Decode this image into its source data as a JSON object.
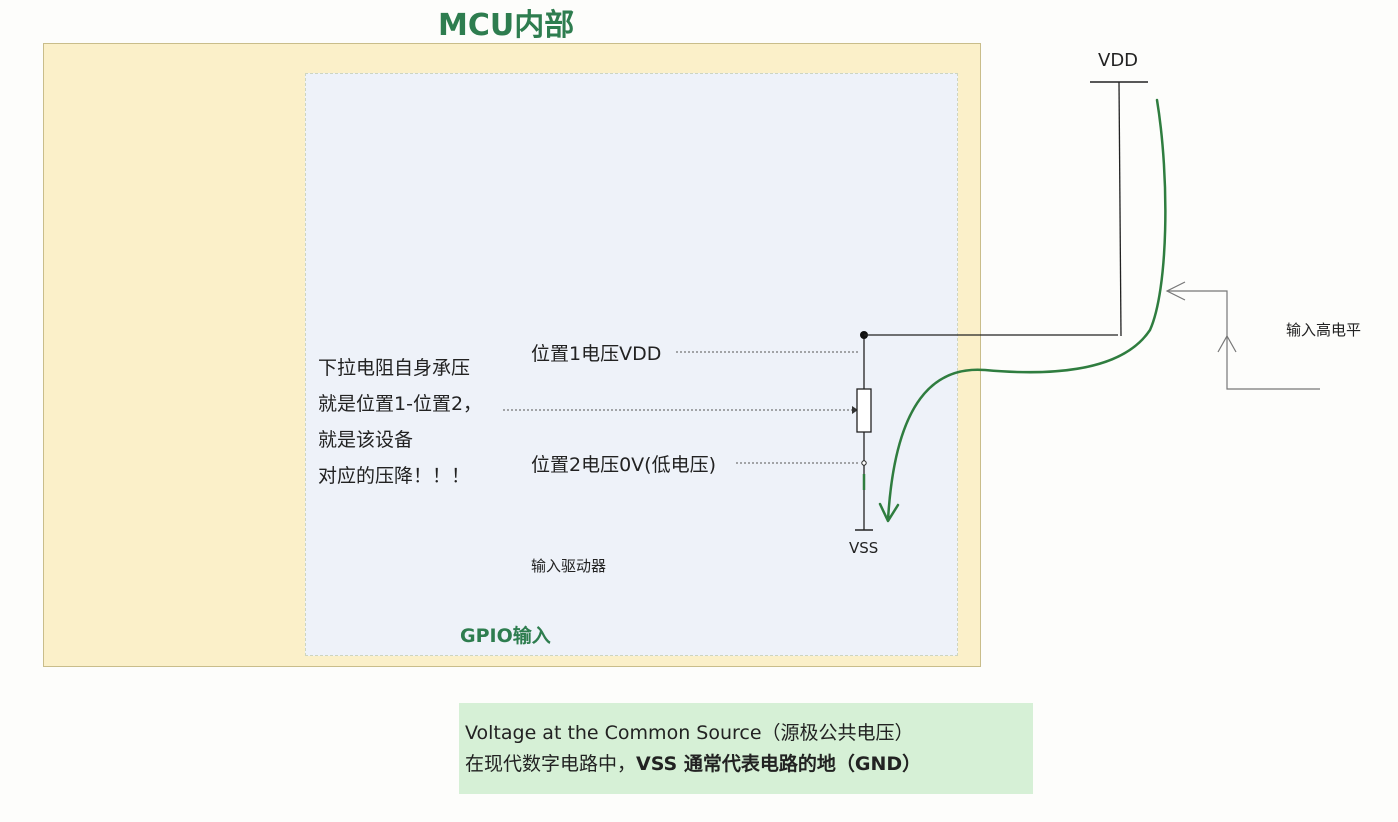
{
  "title": "MCU内部",
  "gpio_label": "GPIO输入",
  "note_lines": [
    "下拉电阻自身承压",
    "就是位置1-位置2，",
    "就是该设备",
    "对应的压降！！！"
  ],
  "position1_label": "位置1电压VDD",
  "position2_label": "位置2电压0V(低电压)",
  "driver_label": "输入驱动器",
  "vss_label": "VSS",
  "vdd_label": "VDD",
  "input_high_label": "输入高电平",
  "info": {
    "line1": "Voltage at the Common Source（源极公共电压）",
    "line2_prefix": "在现代数字电路中，",
    "line2_bold": "VSS 通常代表电路的地（GND）"
  },
  "colors": {
    "green_text": "#2e7d4f",
    "current_arrow": "#2f7d3f",
    "mcu_fill": "#fbf0c9",
    "gpio_fill": "#eef2f9",
    "info_fill": "#d6f0d6"
  }
}
